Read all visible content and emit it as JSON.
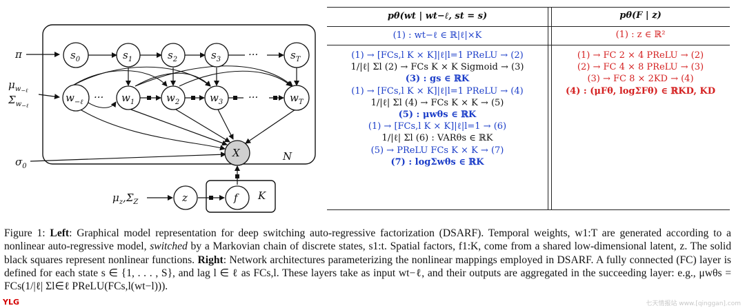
{
  "graph": {
    "pi": "π",
    "mu_w": "μ",
    "mu_w_sub": "w",
    "mu_w_subsub": "−ℓ",
    "sigma_w": "Σ",
    "sigma_w_sub": "w",
    "sigma_w_subsub": "−ℓ",
    "sigma0": "σ",
    "sigma0_sub": "0",
    "mu_z": "μ",
    "mu_z_sub": "z",
    "comma": ",",
    "sigma_z": "Σ",
    "sigma_z_sub": "Z",
    "s0": "s",
    "s0_sub": "0",
    "s1": "s",
    "s1_sub": "1",
    "s2": "s",
    "s2_sub": "2",
    "s3": "s",
    "s3_sub": "3",
    "sT": "s",
    "sT_sub": "T",
    "w_minus_l": "w",
    "w_minus_l_sub": "−ℓ",
    "w1": "w",
    "w1_sub": "1",
    "w2": "w",
    "w2_sub": "2",
    "w3": "w",
    "w3_sub": "3",
    "wT": "w",
    "wT_sub": "T",
    "ellipsis": "···",
    "X": "X",
    "N": "N",
    "z": "z",
    "f": "f",
    "K": "K"
  },
  "table": {
    "col1_header": "pθ(wt | wt−ℓ, st = s)",
    "col2_header": "pθ(F | z)",
    "col1_input": "(1) : wt−ℓ ∈ ℝ|ℓ|×K",
    "col2_input": "(1) : z ∈ ℝ²",
    "col1_rows": [
      "(1) → [FCs,l K × K]|ℓ|l=1 PReLU → (2)",
      "1/|ℓ| Σl (2) → FCs K × K Sigmoid → (3)",
      "(3) : gs ∈ ℝK",
      "(1) → [FCs,l K × K]|ℓ|l=1 PReLU → (4)",
      "1/|ℓ| Σl (4) → FCs K × K → (5)",
      "(5) : μwθs ∈ ℝK",
      "(1) → [FCs,l K × K]|ℓ|l=1 → (6)",
      "1/|ℓ| Σl (6) : VARθs ∈ ℝK",
      "(5) → PReLU FCs K × K → (7)",
      "(7) : logΣwθs ∈ ℝK"
    ],
    "col2_rows": [
      "(1) → FC 2 × 4 PReLU → (2)",
      "(2) → FC 4 × 8 PReLU → (3)",
      "(3) → FC 8 × 2KD → (4)",
      "(4) : (μFθ, logΣFθ) ∈ ℝKD, KD"
    ]
  },
  "caption": {
    "figure_label": "Figure 1: ",
    "left_label": "Left",
    "left_text_1": ": Graphical model representation for deep switching auto-regressive factorization (DSARF). Temporal weights, w1:T are generated according to a nonlinear auto-regressive model, ",
    "switched": "switched",
    "left_text_2": " by a Markovian chain of discrete states, s1:t. Spatial factors, f1:K, come from a shared low-dimensional latent, z. The solid black squares represent nonlinear functions. ",
    "right_label": "Right",
    "right_text": ": Network architectures parameterizing the nonlinear mappings employed in DSARF. A fully connected (FC) layer is defined for each state s ∈ {1, . . . , S}, and lag l ∈ ℓ as FCs,l. These layers take as input wt−ℓ, and their outputs are aggregated in the succeeding layer: e.g., μwθs = FCs(1/|ℓ| Σl∈ℓ PReLU(FCs,l(wt−l)))."
  },
  "footer": {
    "logo_text": "YLG",
    "watermark": "七天情报站 www.[qinggan].com"
  }
}
